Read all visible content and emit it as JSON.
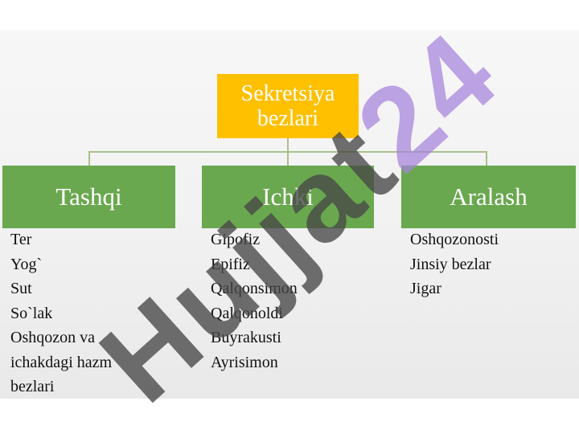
{
  "diagram": {
    "root": {
      "line1": "Sekretsiya",
      "line2": "bezlari"
    },
    "categories": [
      {
        "label": "Tashqi",
        "items": [
          "Ter",
          "Yog`",
          "Sut",
          "So`lak",
          "Oshqozon va",
          "ichakdagi hazm",
          "bezlari"
        ]
      },
      {
        "label": "Ichki",
        "items": [
          "Gipofiz",
          "Epifiz",
          "Qalqonsimon",
          "Qalqonoldi",
          "Buyrakusti",
          "Ayrisimon"
        ]
      },
      {
        "label": "Aralash",
        "items": [
          "Oshqozonosti",
          "Jinsiy bezlar",
          "Jigar"
        ]
      }
    ],
    "colors": {
      "root_box": "#ffc000",
      "category_box": "#6aa84f",
      "connector": "#a9c08a"
    }
  },
  "watermark": {
    "part1": "Hujjat",
    "part2": "24"
  }
}
